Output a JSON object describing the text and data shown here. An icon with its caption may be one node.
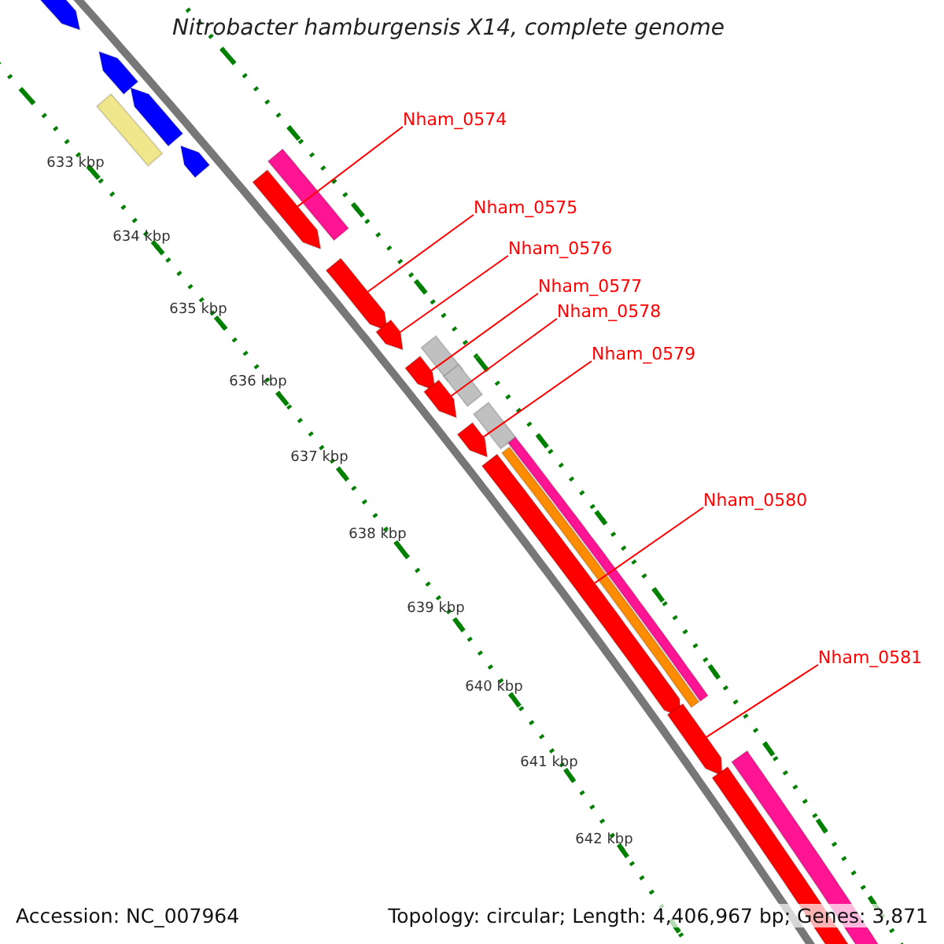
{
  "diagram": {
    "title": "Nitrobacter hamburgensis X14, complete genome",
    "nodes": [
      {
        "text": [
          "Nham_0574"
        ]
      },
      {
        "text": [
          "Nham_0575"
        ]
      },
      {
        "text": [
          "Nham_0576"
        ]
      },
      {
        "text": [
          "Nham_0577"
        ]
      },
      {
        "text": [
          "Nham_0578"
        ]
      },
      {
        "text": [
          "Nham_0579"
        ]
      },
      {
        "text": [
          "Nham_0580"
        ]
      },
      {
        "text": [
          "Nham_0581"
        ]
      },
      {
        "text": [],
        "shape": "arrow"
      },
      {
        "text": [],
        "shape": "arrow"
      },
      {
        "text": [],
        "shape": "arrow"
      },
      {
        "text": [],
        "shape": "arrow"
      },
      {
        "text": [],
        "shape": "arrow"
      },
      {
        "text": [],
        "shape": "arrow"
      },
      {
        "text": [],
        "shape": "arrow"
      },
      {
        "text": [],
        "shape": "arrow"
      },
      {
        "text": [],
        "shape": "arrow"
      },
      {
        "text": [],
        "shape": "arrow"
      },
      {
        "text": [],
        "shape": "arrow"
      },
      {
        "text": [],
        "shape": "box"
      },
      {
        "text": [],
        "shape": "arrow"
      },
      {
        "text": [],
        "shape": "arrow"
      },
      {
        "text": [],
        "shape": "box"
      },
      {
        "text": [],
        "shape": "box"
      },
      {
        "text": [],
        "shape": "box"
      },
      {
        "text": [],
        "shape": "box"
      },
      {
        "text": [],
        "shape": "box"
      },
      {
        "text": [],
        "shape": "box"
      },
      {
        "text": [],
        "shape": "box"
      }
    ],
    "edges": [
      {
        "from": 0,
        "to": 8,
        "arrow": "none",
        "color": "#ff0000"
      },
      {
        "from": 1,
        "to": 9,
        "arrow": "none",
        "color": "#ff0000"
      },
      {
        "from": 2,
        "to": 10,
        "arrow": "none",
        "color": "#ff0000"
      },
      {
        "from": 3,
        "to": 11,
        "arrow": "none",
        "color": "#ff0000"
      },
      {
        "from": 4,
        "to": 12,
        "arrow": "none",
        "color": "#ff0000"
      },
      {
        "from": 5,
        "to": 13,
        "arrow": "none",
        "color": "#ff0000"
      },
      {
        "from": 6,
        "to": 14,
        "arrow": "none",
        "color": "#ff0000"
      },
      {
        "from": 7,
        "to": 15,
        "arrow": "none",
        "color": "#ff0000"
      }
    ],
    "labels": [
      "633 kbp",
      "634 kbp",
      "635 kbp",
      "636 kbp",
      "637 kbp",
      "638 kbp",
      "639 kbp",
      "640 kbp",
      "641 kbp",
      "642 kbp",
      "Accession: NC_007964",
      "Topology: circular; Length: 4,406,967 bp; Genes: 3,871"
    ]
  }
}
